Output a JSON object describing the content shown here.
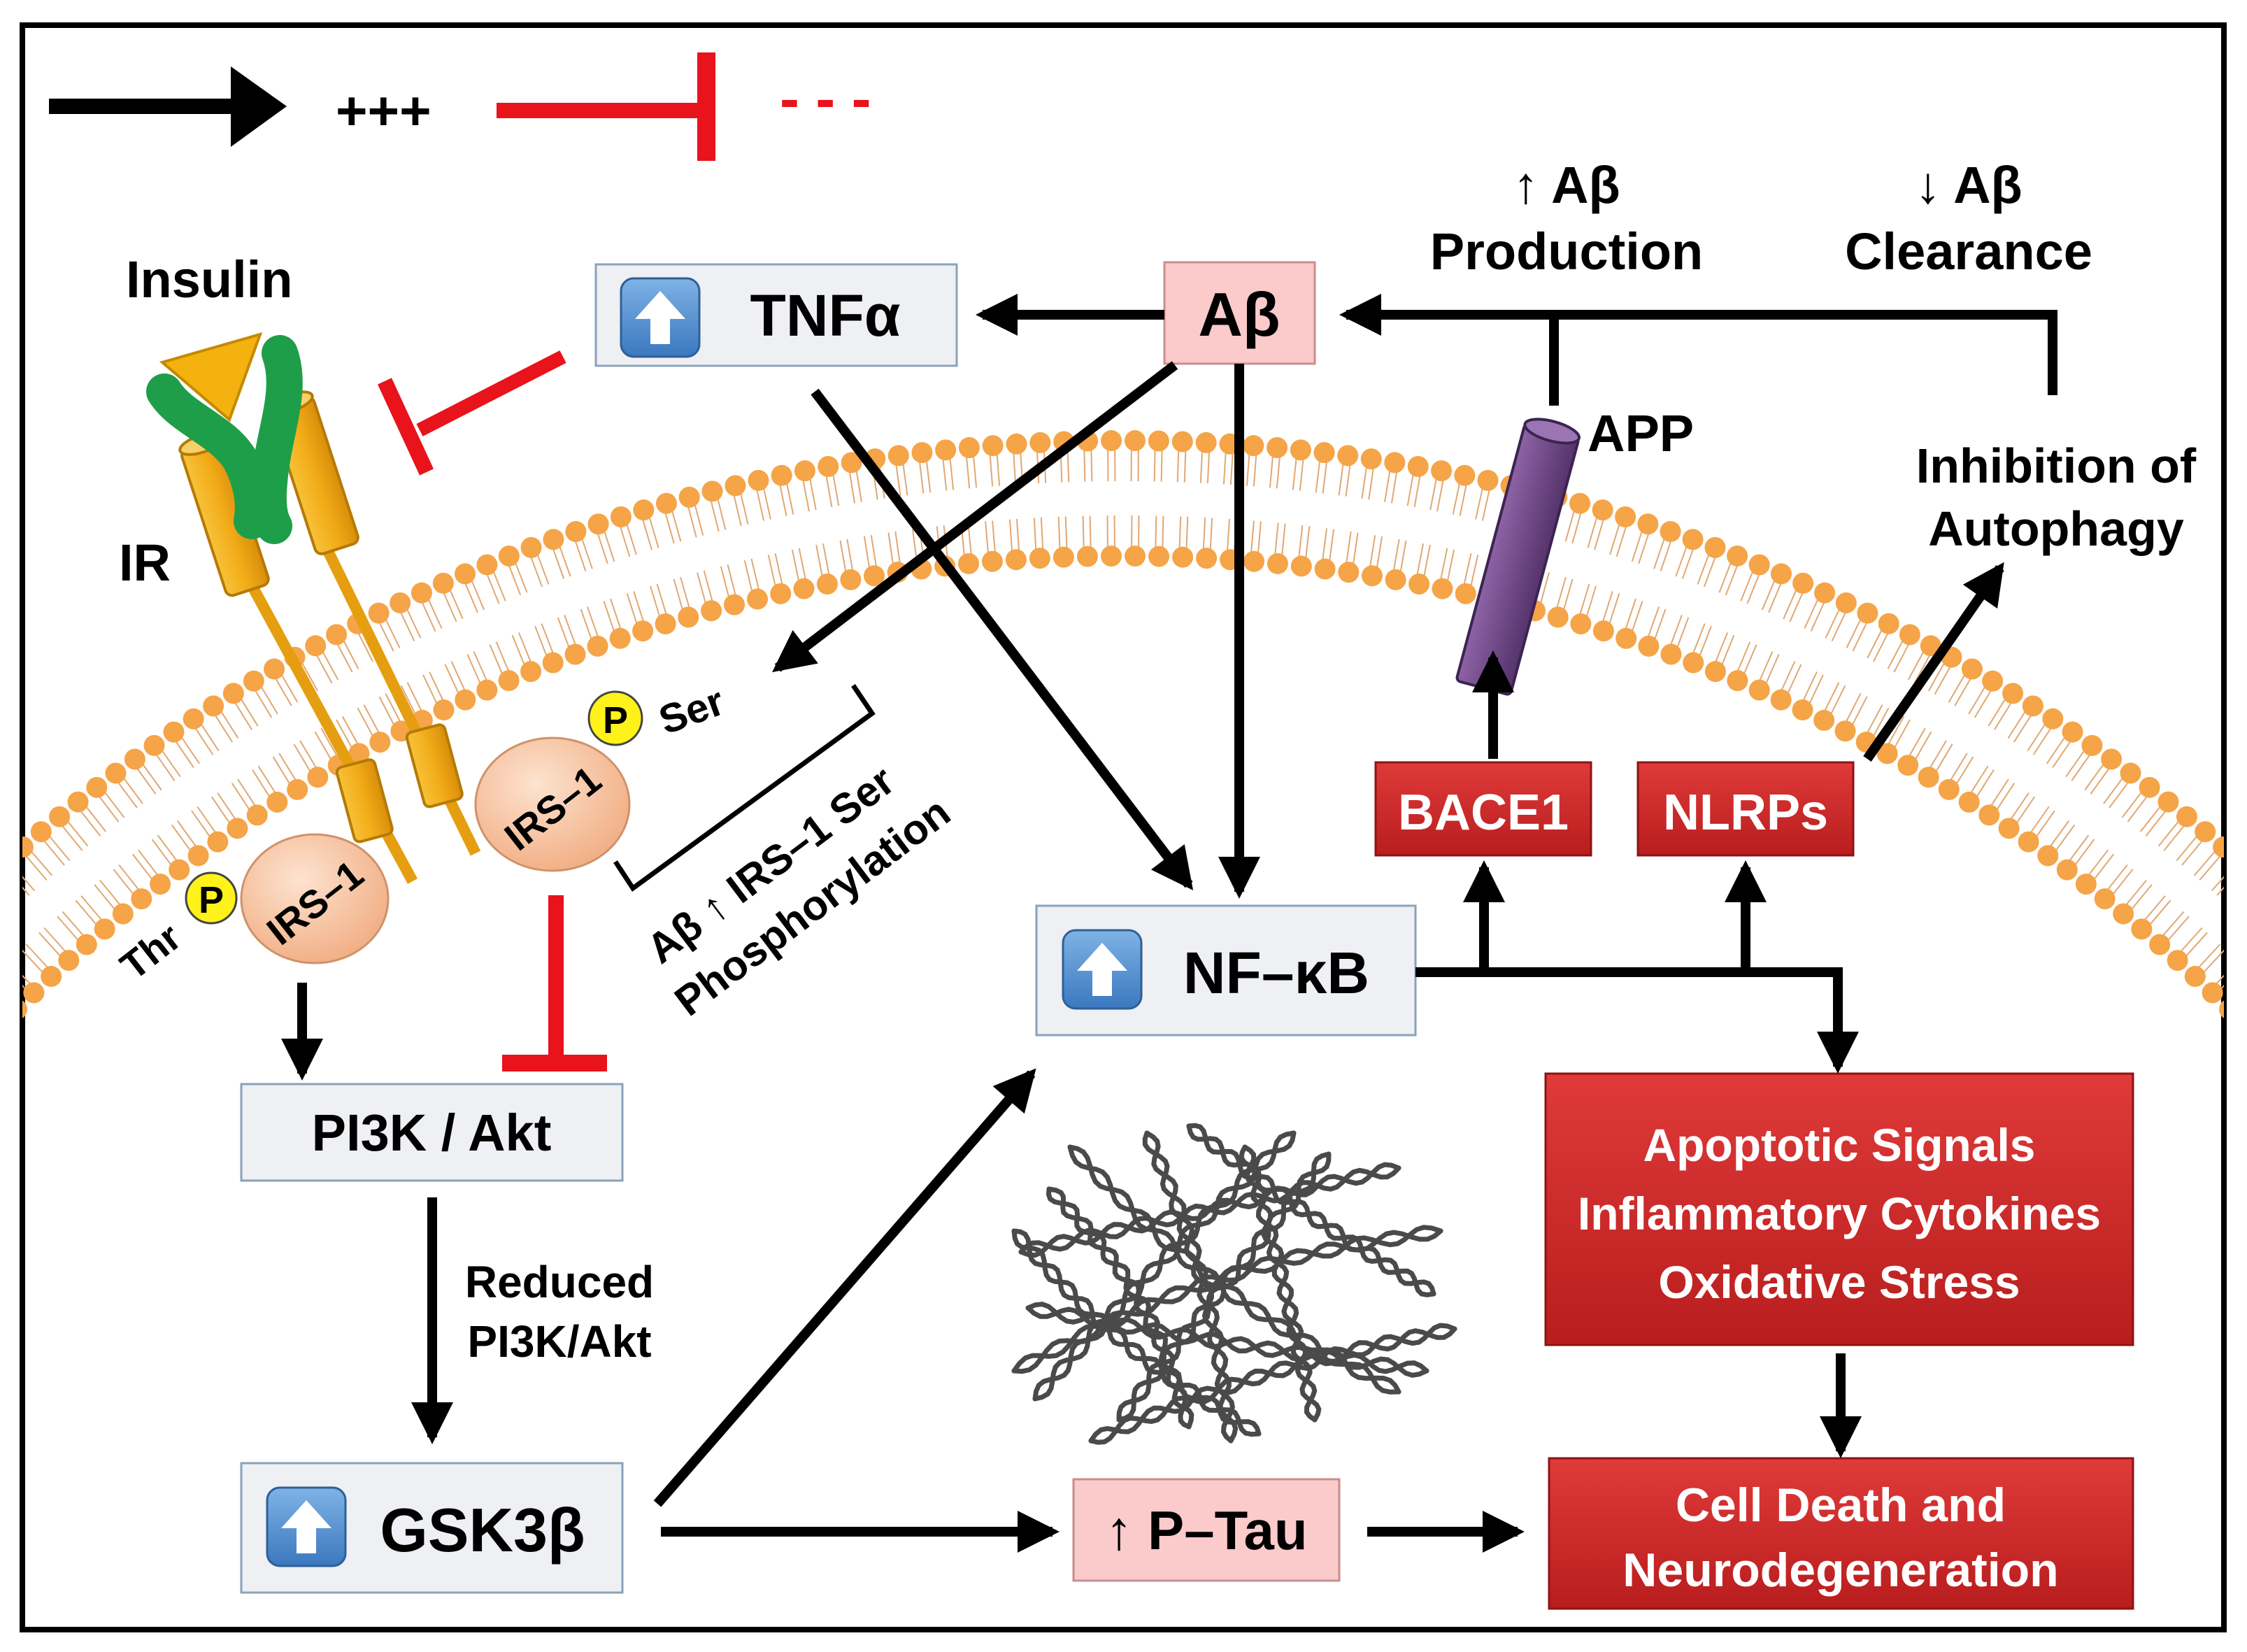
{
  "legend": {
    "activation_symbol": "+++",
    "inhibition_symbol": "- - -"
  },
  "labels": {
    "insulin": "Insulin",
    "ir": "IR",
    "irs1_left": "IRS–1",
    "irs1_right": "IRS–1",
    "phospho": "P",
    "thr": "Thr",
    "ser": "Ser",
    "ser_phos_line1": "Aβ ↑ IRS–1 Ser",
    "ser_phos_line2": "Phosphorylation",
    "reduced_line1": "Reduced",
    "reduced_line2": "PI3K/Akt",
    "abeta_prod_line1": "↑ Aβ",
    "abeta_prod_line2": "Production",
    "abeta_clear_line1": "↓ Aβ",
    "abeta_clear_line2": "Clearance",
    "app": "APP",
    "autophagy_line1": "Inhibition of",
    "autophagy_line2": "Autophagy"
  },
  "nodes": {
    "tnfa": "TNFα",
    "abeta": "Aβ",
    "pi3k_akt": "PI3K / Akt",
    "gsk3b": "GSK3β",
    "nfkb": "NF–κB",
    "bace1": "BACE1",
    "nlrps": "NLRPs",
    "ptau": "↑ P–Tau",
    "outcomes": [
      "Apoptotic Signals",
      "Inflammatory Cytokines",
      "Oxidative Stress"
    ],
    "death_line1": "Cell Death and",
    "death_line2": "Neurodegeneration"
  },
  "colors": {
    "activation": "#000000",
    "inhibition": "#e8131b",
    "membrane_head": "#f5a447",
    "receptor": "#f2ac18",
    "insulin": "#f5b10f",
    "antibody_arm": "#1f9e4a",
    "irs": "#f6c3a0",
    "phospho": "#fff21a",
    "app": "#6e4686",
    "grey_box": "#eef0f3",
    "pink_box": "#fbcaca",
    "red_box": "#d42a2a",
    "up_icon": "#4a90d2"
  },
  "icons": [
    "up-arrow-icon",
    "tau-tangle-icon"
  ]
}
